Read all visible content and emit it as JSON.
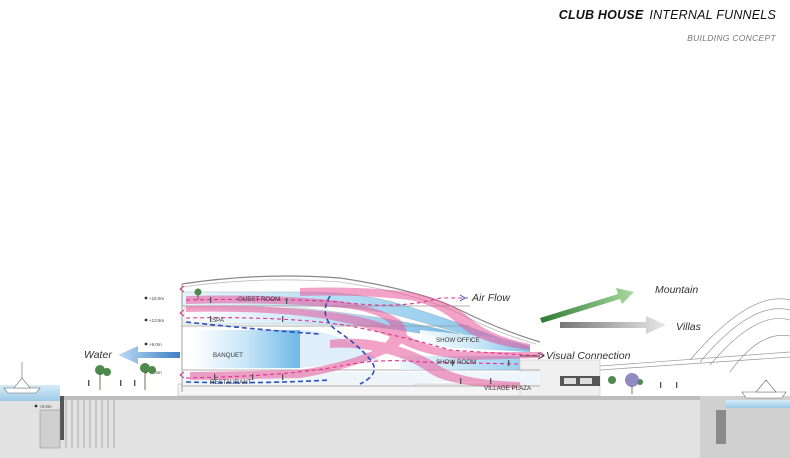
{
  "header": {
    "title_bold": "CLUB HOUSE",
    "title_rest": "INTERNAL FUNNELS",
    "subtitle": "BUILDING CONCEPT"
  },
  "rooms": {
    "guest_room": "GUEST ROOM",
    "spa": "SPA",
    "banquet": "BANQUET",
    "restaurant": "RESTAURANT",
    "show_office": "SHOW  OFFICE",
    "show_room": "SHOW ROOM",
    "village_plaza": "VILLAGE PLAZA"
  },
  "annotations": {
    "air_flow": "Air Flow",
    "mountain": "Mountain",
    "villas": "Villas",
    "water": "Water",
    "visual_connection": "Visual Connection"
  },
  "colors": {
    "funnel": "#e8579a",
    "glass": "#a9d7f2",
    "mountain_arrow": "#3c8a3e",
    "water_arrow": "#6aa8dc",
    "blue_dash": "#2e4fb8",
    "ground": "#dcdcdc"
  }
}
